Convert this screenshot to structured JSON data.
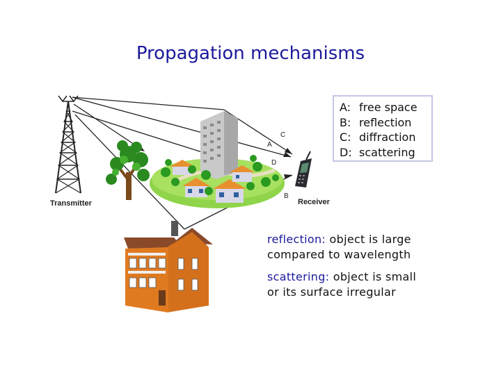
{
  "title": "Propagation mechanisms",
  "legend": [
    {
      "key": "A:",
      "text": "free space"
    },
    {
      "key": "B:",
      "text": "reflection"
    },
    {
      "key": "C:",
      "text": "diffraction"
    },
    {
      "key": "D:",
      "text": "scattering"
    }
  ],
  "diagram": {
    "transmitter_label": "Transmitter",
    "receiver_label": "Receiver",
    "path_labels": {
      "a": "A",
      "b": "B",
      "c": "C",
      "d": "D"
    }
  },
  "notes": [
    {
      "term": "reflection:",
      "text": " object is large",
      "line2": "compared to wavelength"
    },
    {
      "term": "scattering:",
      "text": " object is small",
      "line2": "or its surface irregular"
    }
  ],
  "colors": {
    "title": "#1a1a9c",
    "term": "#1a1a9c",
    "legend_border": "#c3c6e4"
  }
}
